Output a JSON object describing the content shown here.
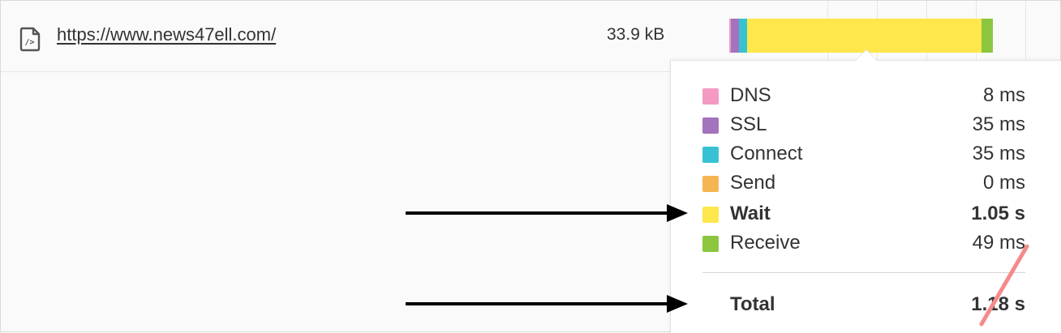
{
  "request": {
    "url": "https://www.news47ell.com/",
    "size": "33.9 kB",
    "icon": "file-code-icon"
  },
  "waterfall": {
    "segments": [
      {
        "phase": "dns",
        "ms": 8,
        "color": "#f49ac2"
      },
      {
        "phase": "ssl",
        "ms": 35,
        "color": "#a473bd"
      },
      {
        "phase": "connect",
        "ms": 35,
        "color": "#37c2d3"
      },
      {
        "phase": "send",
        "ms": 0,
        "color": "#f5b553"
      },
      {
        "phase": "wait",
        "ms": 1050,
        "color": "#fde74c"
      },
      {
        "phase": "receive",
        "ms": 49,
        "color": "#8cc63f"
      }
    ]
  },
  "timings": {
    "rows": [
      {
        "label": "DNS",
        "value": "8 ms",
        "color": "#f49ac2"
      },
      {
        "label": "SSL",
        "value": "35 ms",
        "color": "#a473bd"
      },
      {
        "label": "Connect",
        "value": "35 ms",
        "color": "#37c2d3"
      },
      {
        "label": "Send",
        "value": "0 ms",
        "color": "#f5b553"
      },
      {
        "label": "Wait",
        "value": "1.05 s",
        "color": "#fde74c"
      },
      {
        "label": "Receive",
        "value": "49 ms",
        "color": "#8cc63f"
      }
    ],
    "total_label": "Total",
    "total_value": "1.18 s"
  },
  "annotations": {
    "arrow_color": "#000000",
    "slash_color": "#f58a8a"
  }
}
